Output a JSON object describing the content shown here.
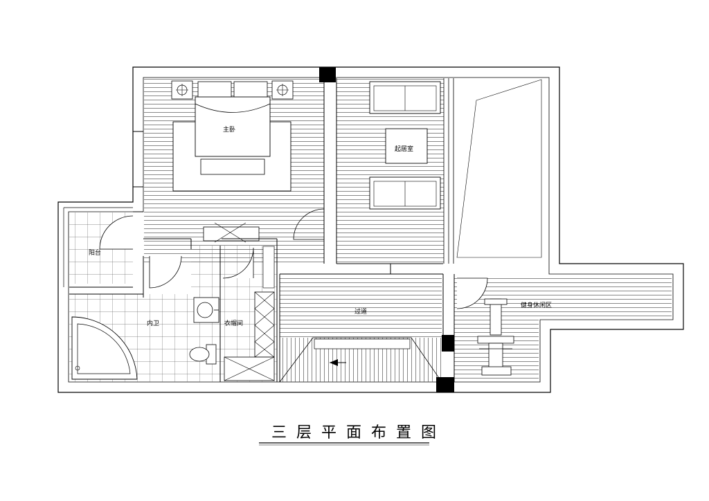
{
  "title": "三层平面布置图",
  "rooms": {
    "master_bedroom": "主卧",
    "living_room": "起居室",
    "balcony": "阳台",
    "inner_bathroom": "内卫",
    "walk_in_closet": "衣帽间",
    "corridor": "过道",
    "fitness_leisure": "健身休闲区"
  }
}
